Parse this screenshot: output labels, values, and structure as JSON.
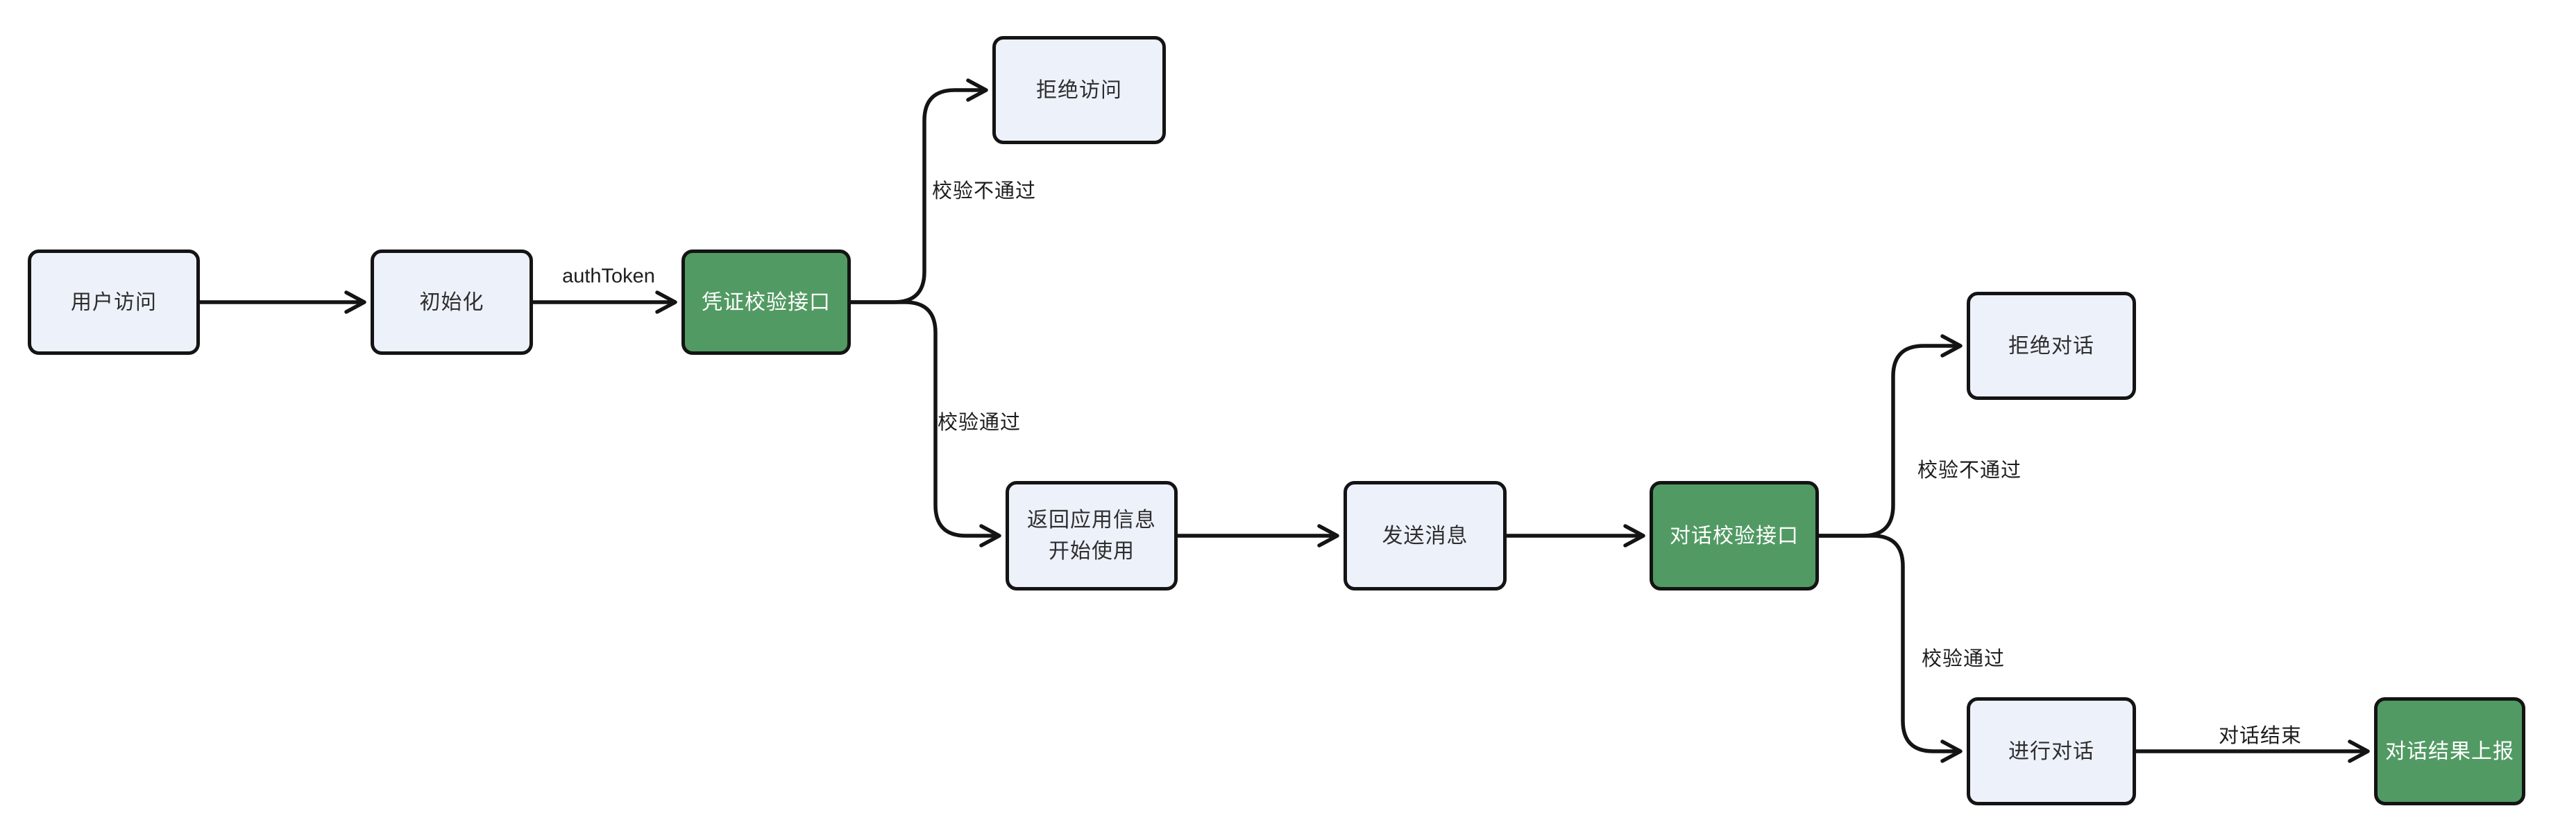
{
  "diagram": {
    "type": "flowchart",
    "background": "#ffffff",
    "colors": {
      "node_fill": "#edf1fa",
      "node_border": "#141414",
      "accent_fill": "#529a63",
      "accent_text": "#ffffff",
      "edge_stroke": "#141414",
      "text": "#2e2e2e"
    },
    "nodes": [
      {
        "id": "user-access",
        "label": "用户访问",
        "type": "default"
      },
      {
        "id": "init",
        "label": "初始化",
        "type": "default"
      },
      {
        "id": "credential-check-api",
        "label": "凭证校验接口",
        "type": "accent"
      },
      {
        "id": "deny-access",
        "label": "拒绝访问",
        "type": "default"
      },
      {
        "id": "return-app-info",
        "label": "返回应用信息\n开始使用",
        "type": "default"
      },
      {
        "id": "send-message",
        "label": "发送消息",
        "type": "default"
      },
      {
        "id": "dialog-check-api",
        "label": "对话校验接口",
        "type": "accent"
      },
      {
        "id": "deny-dialog",
        "label": "拒绝对话",
        "type": "default"
      },
      {
        "id": "conduct-dialog",
        "label": "进行对话",
        "type": "default"
      },
      {
        "id": "dialog-result-report",
        "label": "对话结果上报",
        "type": "accent"
      }
    ],
    "edge_labels": [
      {
        "id": "auth-token",
        "text": "authToken"
      },
      {
        "id": "check-fail-1",
        "text": "校验不通过"
      },
      {
        "id": "check-pass-1",
        "text": "校验通过"
      },
      {
        "id": "check-fail-2",
        "text": "校验不通过"
      },
      {
        "id": "check-pass-2",
        "text": "校验通过"
      },
      {
        "id": "dialog-end",
        "text": "对话结束"
      }
    ],
    "edges": [
      {
        "from": "user-access",
        "to": "init",
        "label": ""
      },
      {
        "from": "init",
        "to": "credential-check-api",
        "label": "authToken"
      },
      {
        "from": "credential-check-api",
        "to": "deny-access",
        "label": "校验不通过"
      },
      {
        "from": "credential-check-api",
        "to": "return-app-info",
        "label": "校验通过"
      },
      {
        "from": "return-app-info",
        "to": "send-message",
        "label": ""
      },
      {
        "from": "send-message",
        "to": "dialog-check-api",
        "label": ""
      },
      {
        "from": "dialog-check-api",
        "to": "deny-dialog",
        "label": "校验不通过"
      },
      {
        "from": "dialog-check-api",
        "to": "conduct-dialog",
        "label": "校验通过"
      },
      {
        "from": "conduct-dialog",
        "to": "dialog-result-report",
        "label": "对话结束"
      }
    ]
  }
}
